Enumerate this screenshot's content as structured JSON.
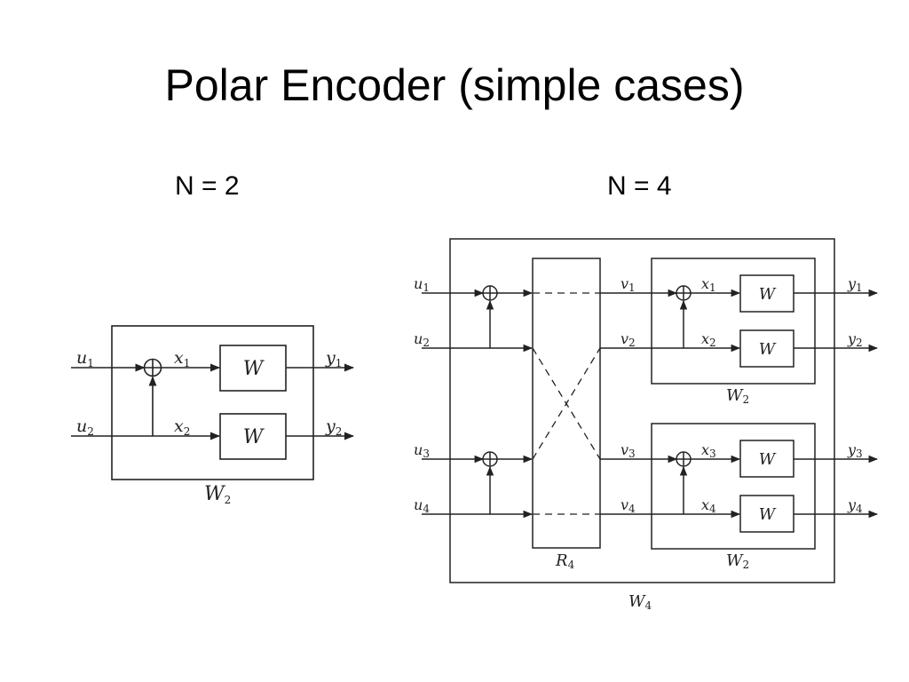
{
  "slide": {
    "title": "Polar Encoder (simple cases)",
    "left_heading": "N = 2",
    "right_heading": "N = 4"
  },
  "n2": {
    "inputs": [
      {
        "base": "u",
        "idx": "1"
      },
      {
        "base": "u",
        "idx": "2"
      }
    ],
    "mids": [
      {
        "base": "x",
        "idx": "1"
      },
      {
        "base": "x",
        "idx": "2"
      }
    ],
    "outputs": [
      {
        "base": "y",
        "idx": "1"
      },
      {
        "base": "y",
        "idx": "2"
      }
    ],
    "channel_label": "W",
    "block_label": {
      "base": "W",
      "idx": "2"
    }
  },
  "n4": {
    "inputs": [
      {
        "base": "u",
        "idx": "1"
      },
      {
        "base": "u",
        "idx": "2"
      },
      {
        "base": "u",
        "idx": "3"
      },
      {
        "base": "u",
        "idx": "4"
      }
    ],
    "perm_outputs": [
      {
        "base": "v",
        "idx": "1"
      },
      {
        "base": "v",
        "idx": "2"
      },
      {
        "base": "v",
        "idx": "3"
      },
      {
        "base": "v",
        "idx": "4"
      }
    ],
    "mids": [
      {
        "base": "x",
        "idx": "1"
      },
      {
        "base": "x",
        "idx": "2"
      },
      {
        "base": "x",
        "idx": "3"
      },
      {
        "base": "x",
        "idx": "4"
      }
    ],
    "outputs": [
      {
        "base": "y",
        "idx": "1"
      },
      {
        "base": "y",
        "idx": "2"
      },
      {
        "base": "y",
        "idx": "3"
      },
      {
        "base": "y",
        "idx": "4"
      }
    ],
    "channel_label": "W",
    "sub_block_label": {
      "base": "W",
      "idx": "2"
    },
    "perm_label": {
      "base": "R",
      "idx": "4"
    },
    "block_label": {
      "base": "W",
      "idx": "4"
    }
  }
}
